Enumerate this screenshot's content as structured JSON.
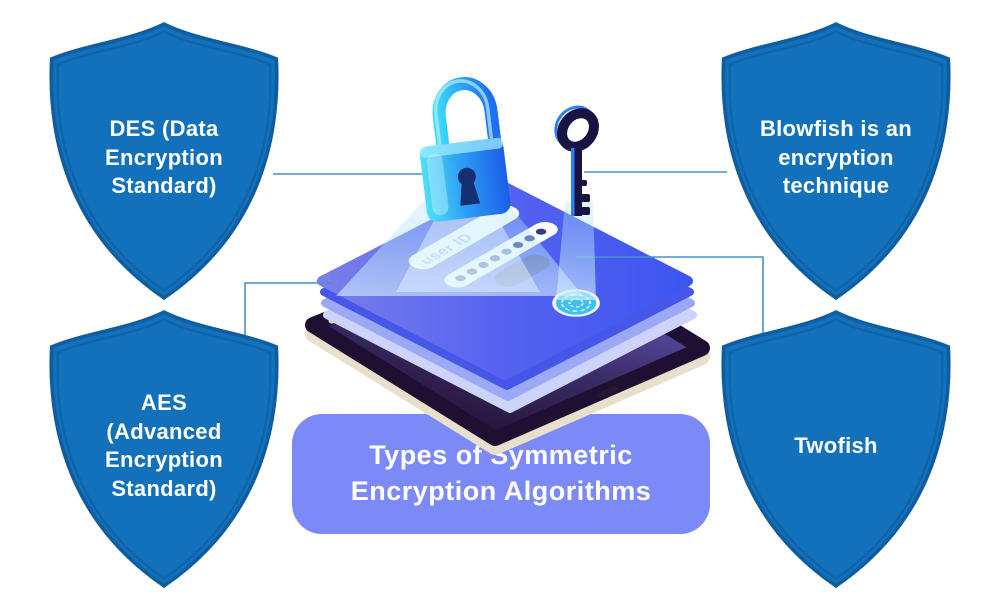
{
  "title": {
    "text": "Types of Symmetric\nEncryption Algorithms"
  },
  "shields": [
    {
      "id": "des",
      "label": "DES (Data\nEncryption\nStandard)"
    },
    {
      "id": "blowfish",
      "label": "Blowfish is an\nencryption\ntechnique"
    },
    {
      "id": "aes",
      "label": "AES\n(Advanced\nEncryption\nStandard)"
    },
    {
      "id": "twofish",
      "label": "Twofish"
    }
  ],
  "illustration": {
    "user_id_label": "user ID",
    "password_dots_count": 8,
    "icons": [
      "padlock-icon",
      "key-icon",
      "fingerprint-icon",
      "tablet-device",
      "login-screen"
    ]
  },
  "colors": {
    "shield_fill": "#1371bb",
    "shield_edge": "#0d5da0",
    "title_box_bg": "#7b8af7",
    "connector": "#4a90c9",
    "label_text": "#ffffff",
    "screen_blue": "#4b5cf0",
    "tablet_dark": "#1d1033",
    "tablet_rim": "#e8e0cc",
    "lock_cyan": "#3ed2f8",
    "key_navy": "#171443",
    "fingerprint_cyan": "#3cc8f2",
    "userid_text": "#97a9f3"
  }
}
